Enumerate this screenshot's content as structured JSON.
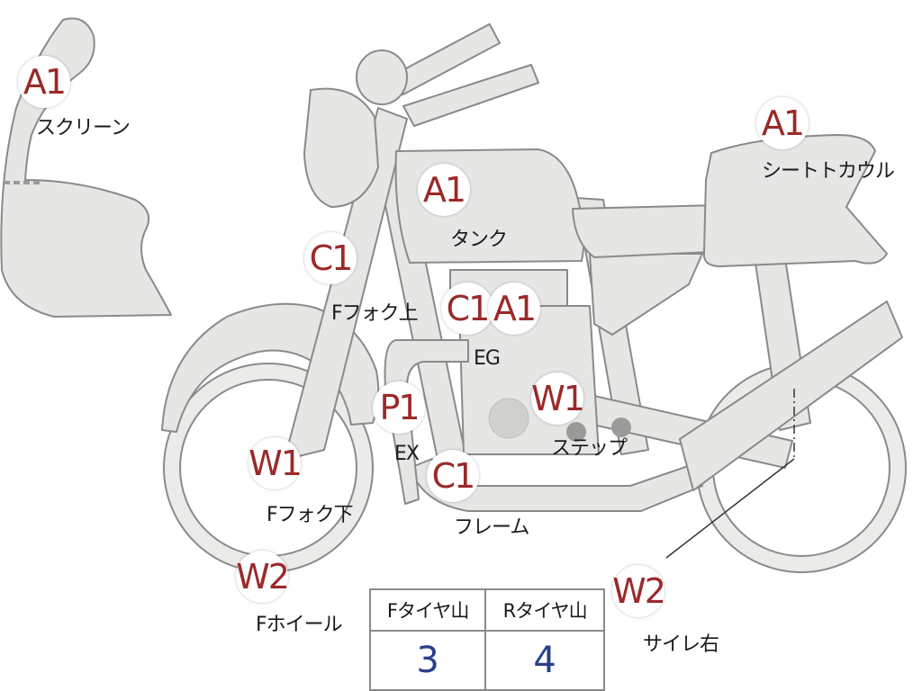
{
  "markers": {
    "screen": {
      "code": "A1",
      "label": "スクリーン"
    },
    "tank": {
      "code": "A1",
      "label": "タンク"
    },
    "seat_cowl": {
      "code": "A1",
      "label": "シートトカウル"
    },
    "fork_upper": {
      "code": "C1",
      "label": "Fフォク上"
    },
    "engine": {
      "codes": [
        "C1",
        "A1"
      ],
      "label": "EG"
    },
    "step": {
      "code": "W1",
      "label": "ステップ"
    },
    "exhaust": {
      "code": "P1",
      "label": "EX"
    },
    "frame": {
      "code": "C1",
      "label": "フレーム"
    },
    "fork_lower": {
      "code": "W1",
      "label": "Fフォク下"
    },
    "front_wheel": {
      "code": "W2",
      "label": "Fホイール"
    },
    "muffler_right": {
      "code": "W2",
      "label": "サイレ右"
    }
  },
  "tread_table": {
    "headers": [
      "Fタイヤ山",
      "Rタイヤ山"
    ],
    "values": [
      "3",
      "4"
    ]
  }
}
